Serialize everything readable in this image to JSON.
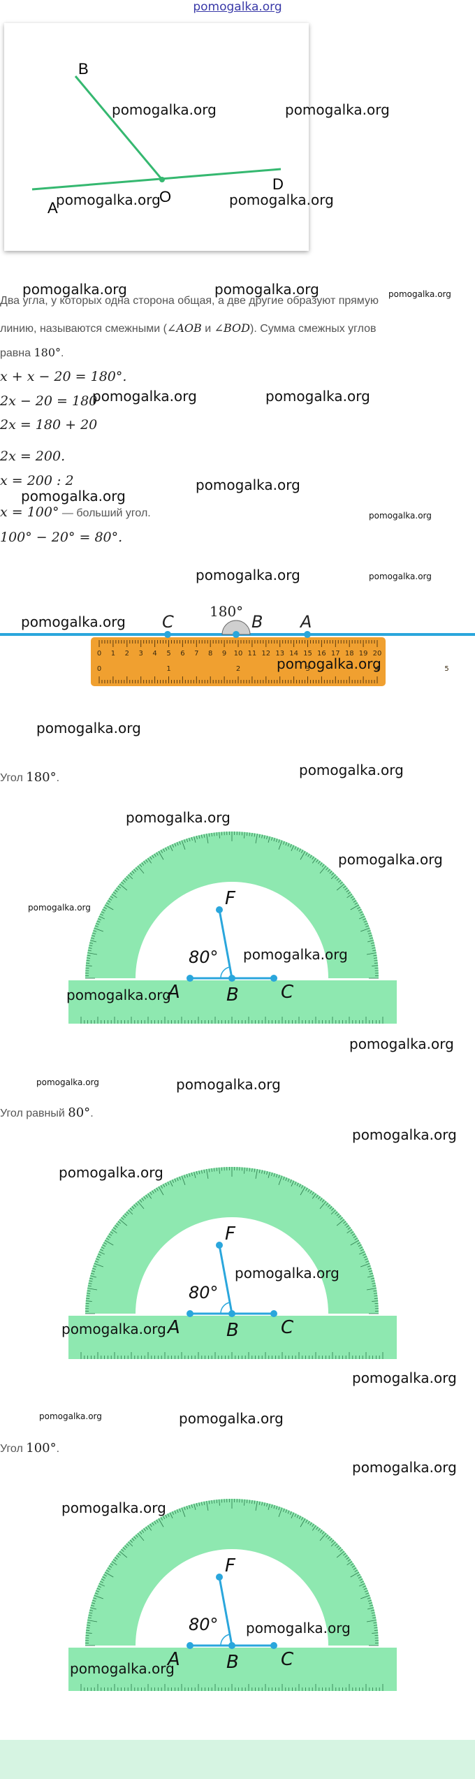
{
  "header": {
    "site_link": "pomogalka.org"
  },
  "watermark": "pomogalka.org",
  "figure1": {
    "labels": {
      "B": "B",
      "D": "D",
      "A": "A",
      "O": "O"
    }
  },
  "text": {
    "p1_line1": "Два угла, у которых одна сторона общая, а две другие образуют прямую",
    "p1_line2_a": "линию, называются смежными (",
    "p1_line2_m1": "∠AOB",
    "p1_line2_b": " и ",
    "p1_line2_m2": "∠BOD",
    "p1_line2_c": "). Сумма смежных углов",
    "p1_line3_a": "равна ",
    "p1_line3_m": "180°",
    "p1_line3_b": ".",
    "eq1": "x + x − 20 = 180°.",
    "eq2": "2x − 20 = 180",
    "eq3": "2x = 180 + 20",
    "eq4": "2x = 200.",
    "eq5": "x = 200 : 2",
    "eq6_m": "x = 100°",
    "eq6_t": " — больший угол.",
    "eq7": "100° − 20° = 80°.",
    "angle180_a": "Угол ",
    "angle180_m": "180°",
    "angle180_b": ".",
    "angle80_a": "Угол равный ",
    "angle80_m": "80°",
    "angle80_b": ".",
    "angle100_a": "Угол ",
    "angle100_m": "100°",
    "angle100_b": "."
  },
  "ruler_figure": {
    "angle_label": "180°",
    "points": {
      "C": "C",
      "B": "B",
      "A": "A"
    },
    "top_ticks": [
      "0",
      "1",
      "2",
      "3",
      "4",
      "5",
      "6",
      "7",
      "8",
      "9",
      "10",
      "11",
      "12",
      "13",
      "14",
      "15",
      "16",
      "17",
      "18",
      "19",
      "20"
    ],
    "bottom_ticks": [
      "0",
      "1",
      "2",
      "3",
      "4",
      "5"
    ]
  },
  "protractors": [
    {
      "angle_label": "80°",
      "points": {
        "F": "F",
        "A": "A",
        "B": "B",
        "C": "C"
      }
    },
    {
      "angle_label": "80°",
      "points": {
        "F": "F",
        "A": "A",
        "B": "B",
        "C": "C"
      }
    },
    {
      "angle_label": "80°",
      "points": {
        "F": "F",
        "A": "A",
        "B": "B",
        "C": "C"
      }
    }
  ],
  "colors": {
    "green_line": "#35b870",
    "blue_line": "#2aa6dc",
    "ruler_orange": "#f0a030",
    "protractor_green": "#8ee8b0"
  }
}
